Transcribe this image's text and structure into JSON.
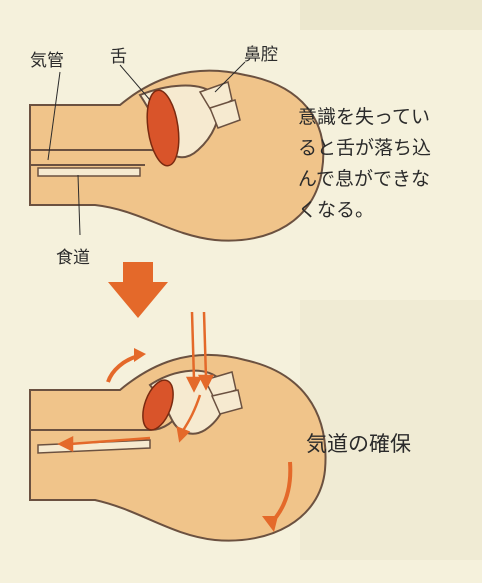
{
  "labels": {
    "trachea": "気管",
    "tongue": "舌",
    "nasal_cavity": "鼻腔",
    "esophagus": "食道"
  },
  "caption_top": [
    "意識を失ってい",
    "ると舌が落ち込",
    "んで息ができな",
    "くなる。"
  ],
  "caption_bottom": "気道の確保",
  "colors": {
    "skin": "#f0c48a",
    "skin_outline": "#6b5140",
    "tongue": "#d9542a",
    "arrow": "#e4692a",
    "cavity": "#f6ead0"
  }
}
